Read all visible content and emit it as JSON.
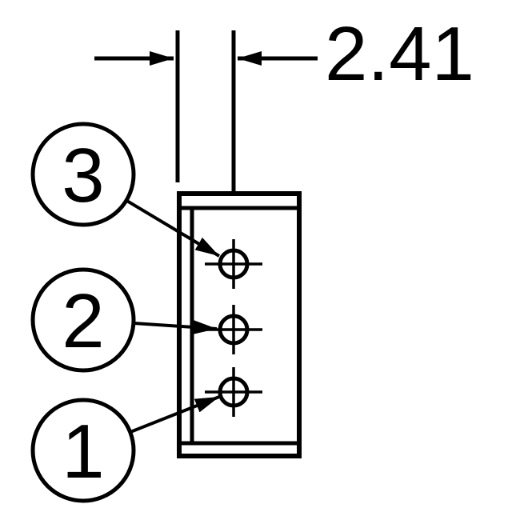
{
  "diagram": {
    "type": "technical-dimension-drawing",
    "dimension": {
      "value": "2.41"
    },
    "callouts": [
      {
        "label": "3"
      },
      {
        "label": "2"
      },
      {
        "label": "1"
      }
    ],
    "terminals": [
      {
        "name": "terminal-3"
      },
      {
        "name": "terminal-2"
      },
      {
        "name": "terminal-1"
      }
    ]
  },
  "colors": {
    "line": "#000000",
    "background": "#ffffff"
  }
}
